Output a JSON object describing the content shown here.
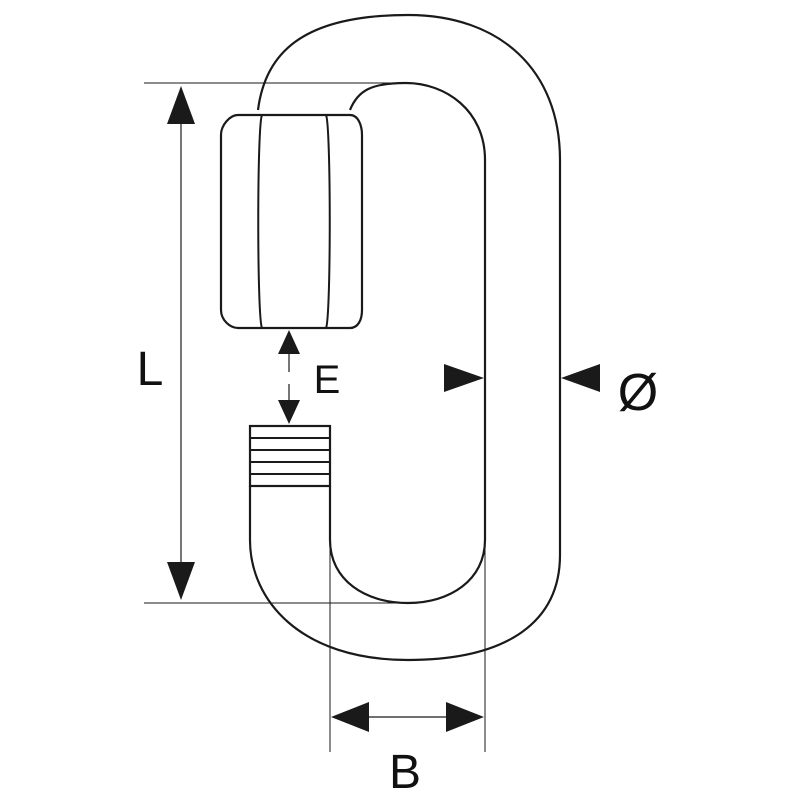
{
  "diagram": {
    "labels": {
      "length": "L",
      "gap": "E",
      "diameter": "Ø",
      "width": "B"
    },
    "colors": {
      "line": "#1a1a1a",
      "fill": "#ffffff",
      "background": "#ffffff"
    }
  }
}
